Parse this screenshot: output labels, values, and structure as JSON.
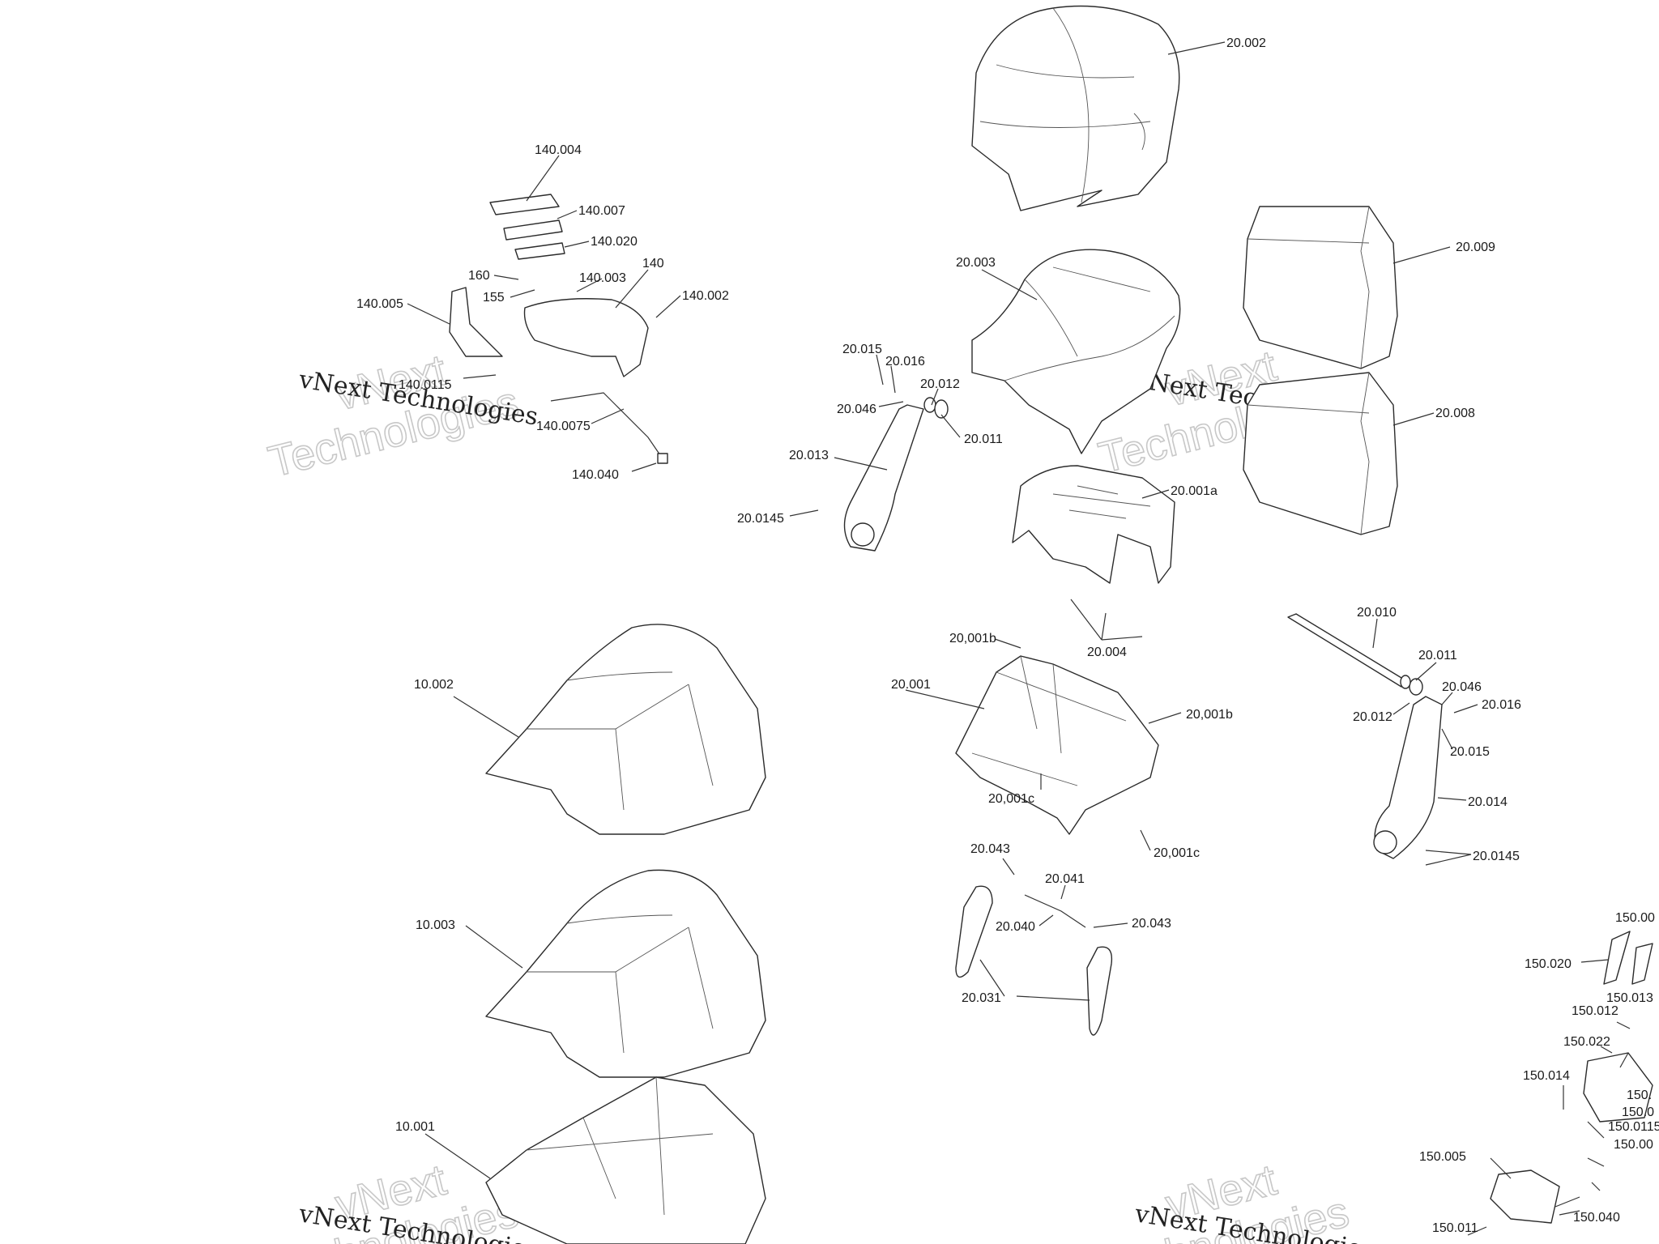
{
  "watermark": {
    "line1": "vNext",
    "line2": "Technologies",
    "full": "vNext Technologies"
  },
  "labels": [
    {
      "id": "l1",
      "text": "20.002"
    },
    {
      "id": "l2",
      "text": "140.004"
    },
    {
      "id": "l3",
      "text": "140.007"
    },
    {
      "id": "l4",
      "text": "140.020"
    },
    {
      "id": "l5",
      "text": "160"
    },
    {
      "id": "l6",
      "text": "140.003"
    },
    {
      "id": "l7",
      "text": "140"
    },
    {
      "id": "l8",
      "text": "155"
    },
    {
      "id": "l9",
      "text": "140.002"
    },
    {
      "id": "l10",
      "text": "140.005"
    },
    {
      "id": "l11",
      "text": "140.0115"
    },
    {
      "id": "l12",
      "text": "140.0075"
    },
    {
      "id": "l13",
      "text": "140.040"
    },
    {
      "id": "l14",
      "text": "20.003"
    },
    {
      "id": "l15",
      "text": "20.009"
    },
    {
      "id": "l16",
      "text": "20.015"
    },
    {
      "id": "l17",
      "text": "20.016"
    },
    {
      "id": "l18",
      "text": "20.012"
    },
    {
      "id": "l19",
      "text": "20.046"
    },
    {
      "id": "l20",
      "text": "20.011"
    },
    {
      "id": "l21",
      "text": "20.008"
    },
    {
      "id": "l22",
      "text": "20.013"
    },
    {
      "id": "l23",
      "text": "20.001a"
    },
    {
      "id": "l24",
      "text": "20.0145"
    },
    {
      "id": "l25",
      "text": "20.010"
    },
    {
      "id": "l26",
      "text": "20,001b"
    },
    {
      "id": "l27",
      "text": "20.004"
    },
    {
      "id": "l28",
      "text": "20.011"
    },
    {
      "id": "l29",
      "text": "10.002"
    },
    {
      "id": "l30",
      "text": "20.001"
    },
    {
      "id": "l31",
      "text": "20.046"
    },
    {
      "id": "l32",
      "text": "20.016"
    },
    {
      "id": "l33",
      "text": "20,001b"
    },
    {
      "id": "l34",
      "text": "20.012"
    },
    {
      "id": "l35",
      "text": "20.015"
    },
    {
      "id": "l36",
      "text": "20,001c"
    },
    {
      "id": "l37",
      "text": "20.014"
    },
    {
      "id": "l38",
      "text": "20,001c"
    },
    {
      "id": "l39",
      "text": "20.0145"
    },
    {
      "id": "l40",
      "text": "20.043"
    },
    {
      "id": "l41",
      "text": "20.041"
    },
    {
      "id": "l42",
      "text": "10.003"
    },
    {
      "id": "l43",
      "text": "20.040"
    },
    {
      "id": "l44",
      "text": "20.043"
    },
    {
      "id": "l45",
      "text": "150.00"
    },
    {
      "id": "l46",
      "text": "150.020"
    },
    {
      "id": "l47",
      "text": "20.031"
    },
    {
      "id": "l48",
      "text": "150.013"
    },
    {
      "id": "l49",
      "text": "150.012"
    },
    {
      "id": "l50",
      "text": "150.022"
    },
    {
      "id": "l51",
      "text": "10.001"
    },
    {
      "id": "l52",
      "text": "150.014"
    },
    {
      "id": "l53",
      "text": "150."
    },
    {
      "id": "l54",
      "text": "150.0"
    },
    {
      "id": "l55",
      "text": "150.0115"
    },
    {
      "id": "l56",
      "text": "150.00"
    },
    {
      "id": "l57",
      "text": "150.005"
    },
    {
      "id": "l58",
      "text": "150.011"
    },
    {
      "id": "l59",
      "text": "150.040"
    }
  ]
}
